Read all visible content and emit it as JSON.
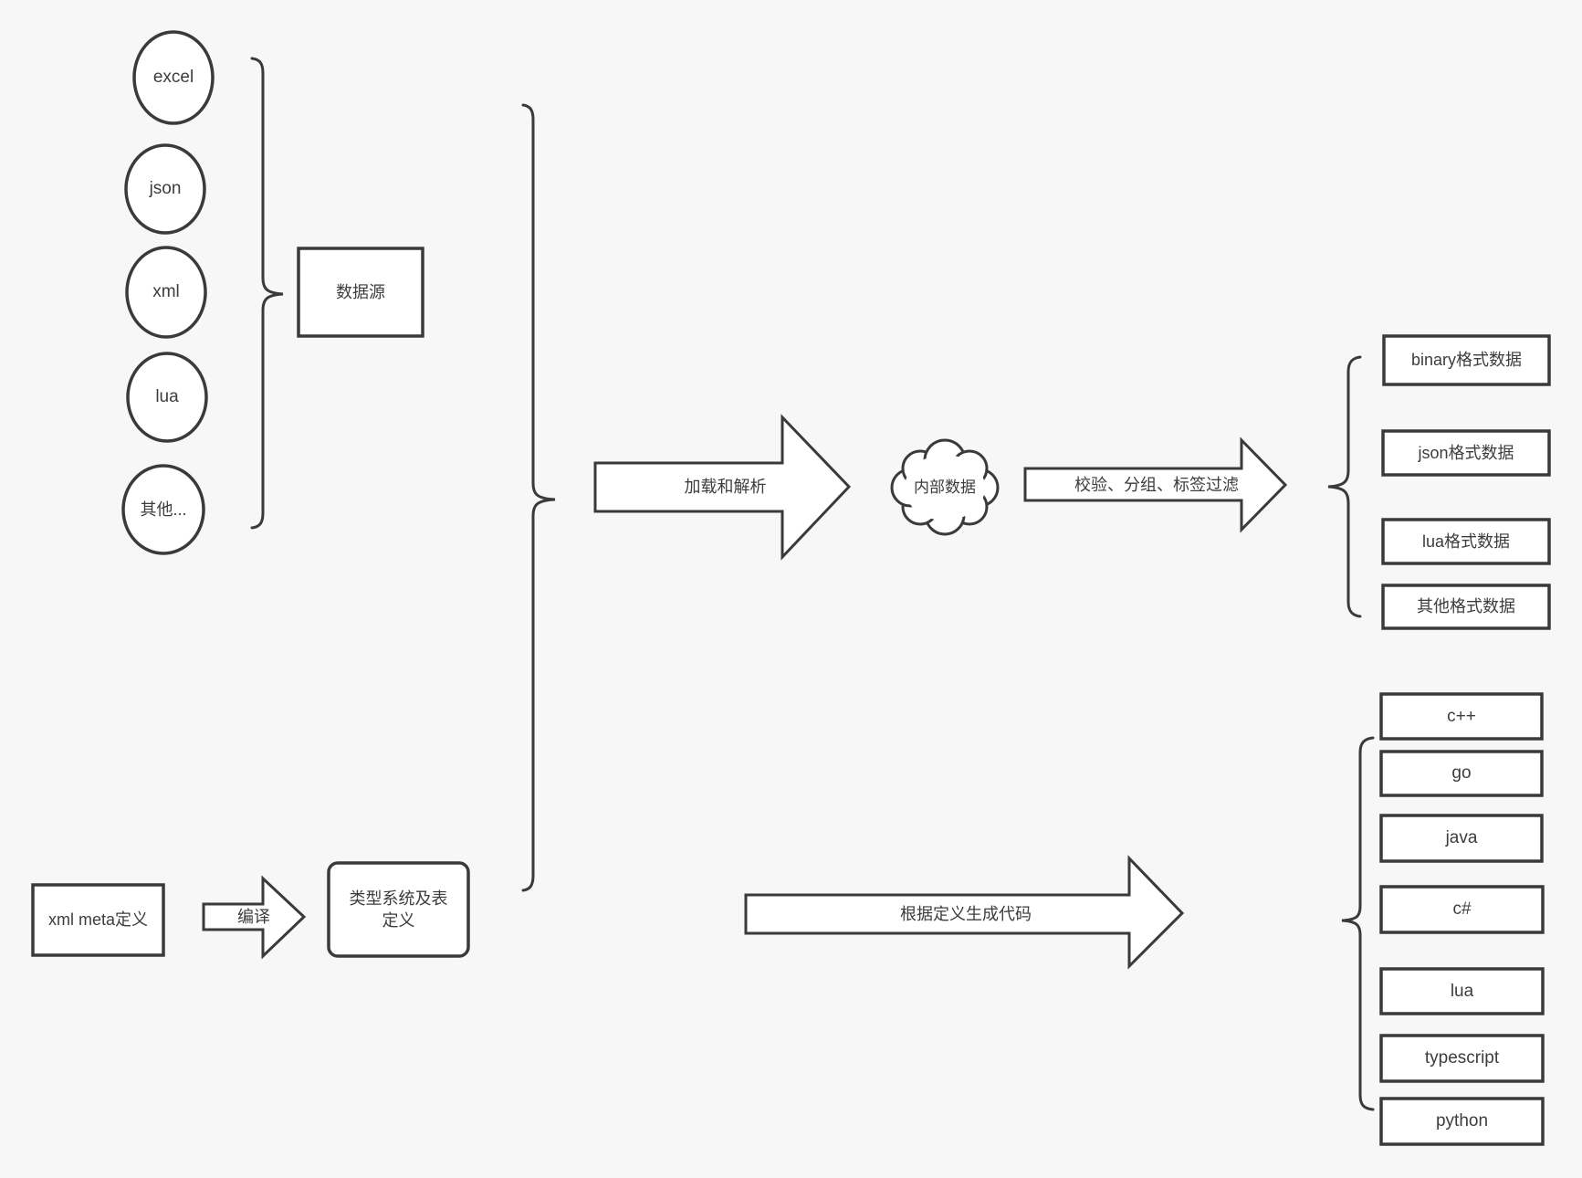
{
  "canvas": {
    "background": "#f7f7f7",
    "line_color": "#3a3a3a",
    "shape_fill": "#ffffff",
    "text_color": "#3d3d3d"
  },
  "sources": {
    "group_label": "数据源",
    "items": [
      "excel",
      "json",
      "xml",
      "lua",
      "其他..."
    ]
  },
  "pipeline": {
    "load_arrow": "加载和解析",
    "cloud": "内部数据",
    "filter_arrow": "校验、分组、标签过滤",
    "formats": [
      "binary格式数据",
      "json格式数据",
      "lua格式数据",
      "其他格式数据"
    ]
  },
  "codegen": {
    "xml_meta": "xml meta定义",
    "compile_arrow": "编译",
    "type_system": "类型系统及表定义",
    "codegen_arrow": "根据定义生成代码",
    "languages": [
      "c++",
      "go",
      "java",
      "c#",
      "lua",
      "typescript",
      "python"
    ]
  }
}
